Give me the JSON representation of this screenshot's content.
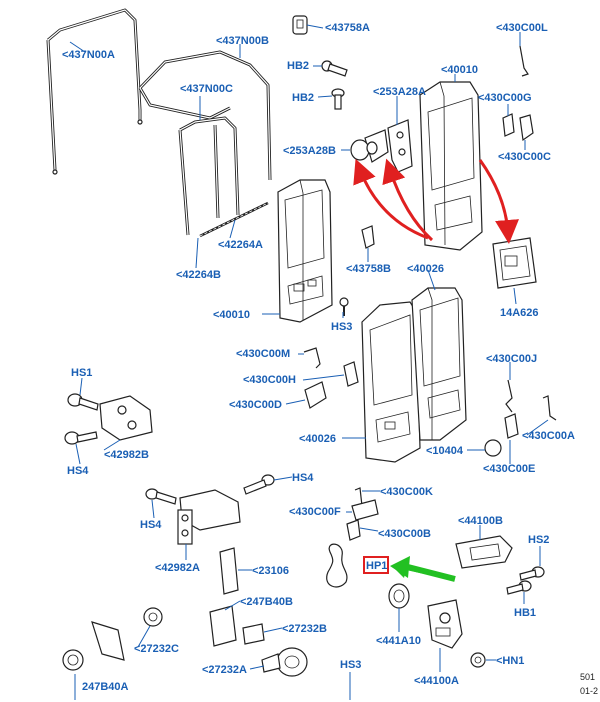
{
  "labels": {
    "p437N00A": "<437N00A",
    "p437N00B": "<437N00B",
    "p437N00C": "<437N00C",
    "p43758A": "<43758A",
    "p430C00L": "<430C00L",
    "pHB2a": "HB2",
    "pHB2b": "HB2",
    "p253A28A": "<253A28A",
    "p40010a": "<40010",
    "p430C00G": "<430C00G",
    "p253A28B": "<253A28B",
    "p430C00C": "<430C00C",
    "p42264A": "<42264A",
    "p42264B": "<42264B",
    "p43758B": "<43758B",
    "p40026a": "<40026",
    "p14A626": "14A626",
    "p40010b": "<40010",
    "pHS3a": "HS3",
    "p430C00M": "<430C00M",
    "p430C00J": "<430C00J",
    "p430C00H": "<430C00H",
    "pHS1": "HS1",
    "p430C00D": "<430C00D",
    "p430C00A": "<430C00A",
    "p42982B": "<42982B",
    "p40026b": "<40026",
    "p10404": "<10404",
    "pHS4a": "HS4",
    "p430C00E": "<430C00E",
    "pHS4b": "HS4",
    "p430C00K": "<430C00K",
    "pHS4c": "HS4",
    "p430C00F": "<430C00F",
    "p44100B": "<44100B",
    "p430C00B": "<430C00B",
    "pHS2": "HS2",
    "p42982A": "<42982A",
    "p23106": "<23106",
    "pHP1": "HP1",
    "pHB1": "HB1",
    "p247B40B": "<247B40B",
    "p27232B": "<27232B",
    "p27232C": "<27232C",
    "p441A10": "<441A10",
    "pHN1": "<HN1",
    "p27232A": "<27232A",
    "pHS3b": "HS3",
    "p247B40A": "247B40A",
    "p44100A": "<44100A"
  },
  "corner_code": {
    "line1": "501",
    "line2": "01-2"
  },
  "colors": {
    "label": "#1a5fb4",
    "arrow_red": "#e02020",
    "arrow_green": "#22c022",
    "highlight_box": "#e02020"
  }
}
